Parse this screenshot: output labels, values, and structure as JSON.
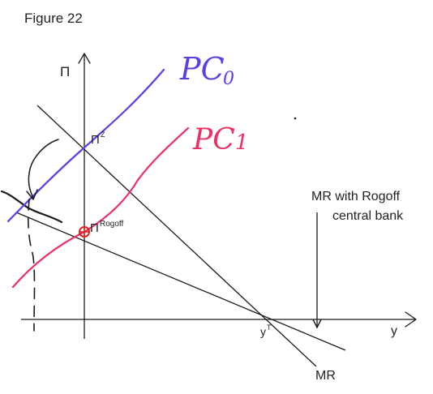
{
  "figure": {
    "title": "Figure 22"
  },
  "axes": {
    "y_label": "Π",
    "x_label": "y",
    "x_tick_label": "y",
    "x_tick_superscript": "T"
  },
  "curves": {
    "pc0": {
      "label": "PC",
      "subscript": "0",
      "color": "#5b3ee6"
    },
    "pc1": {
      "label": "PC",
      "subscript": "1",
      "color": "#ee2f63"
    },
    "mr": {
      "label": "MR",
      "color": "#1a1a1a"
    },
    "mr_rogoff": {
      "label_line1": "MR with Rogoff",
      "label_line2": "central bank",
      "color": "#1a1a1a"
    }
  },
  "points": {
    "pi_z": {
      "symbol": "Π",
      "superscript": "Z"
    },
    "pi_rogoff": {
      "symbol": "Π",
      "superscript": "Rogoff",
      "marker_color": "#e02020"
    }
  }
}
